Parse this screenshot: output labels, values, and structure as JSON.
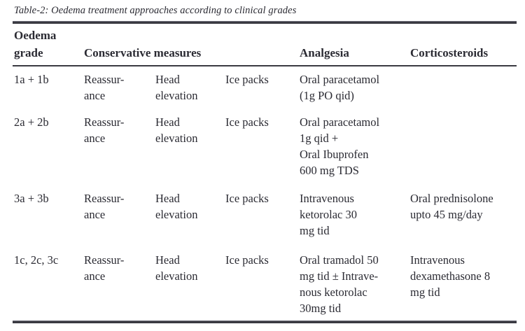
{
  "caption": "Table-2: Oedema treatment approaches according to clinical grades",
  "header": {
    "col1_line1": "Oedema",
    "col1_line2": "grade",
    "col2": "Conservative measures",
    "col5": "Analgesia",
    "col6": "Corticosteroids"
  },
  "rows": [
    {
      "grade": "1a + 1b",
      "conservative_1": "Reassur-\nance",
      "conservative_2": "Head\nelevation",
      "conservative_3": "Ice packs",
      "analgesia": "Oral paracetamol\n(1g PO qid)",
      "corticosteroids": ""
    },
    {
      "grade": "2a + 2b",
      "conservative_1": "Reassur-\nance",
      "conservative_2": "Head\nelevation",
      "conservative_3": "Ice packs",
      "analgesia": "Oral paracetamol\n1g qid +\nOral Ibuprofen\n600 mg TDS",
      "corticosteroids": ""
    },
    {
      "grade": "3a + 3b",
      "conservative_1": "Reassur-\nance",
      "conservative_2": "Head\nelevation",
      "conservative_3": "Ice packs",
      "analgesia": "Intravenous\nketorolac 30\nmg tid",
      "corticosteroids": "Oral prednisolone\nupto 45 mg/day"
    },
    {
      "grade": "1c, 2c, 3c",
      "conservative_1": "Reassur-\nance",
      "conservative_2": "Head\nelevation",
      "conservative_3": "Ice packs",
      "analgesia": "Oral tramadol 50\nmg tid ± Intrave-\nnous ketorolac\n30mg tid",
      "corticosteroids": "Intravenous\ndexamethasone 8\nmg tid"
    }
  ],
  "colors": {
    "text": "#2b2b33",
    "rule": "#3a3a42",
    "background": "#ffffff"
  }
}
